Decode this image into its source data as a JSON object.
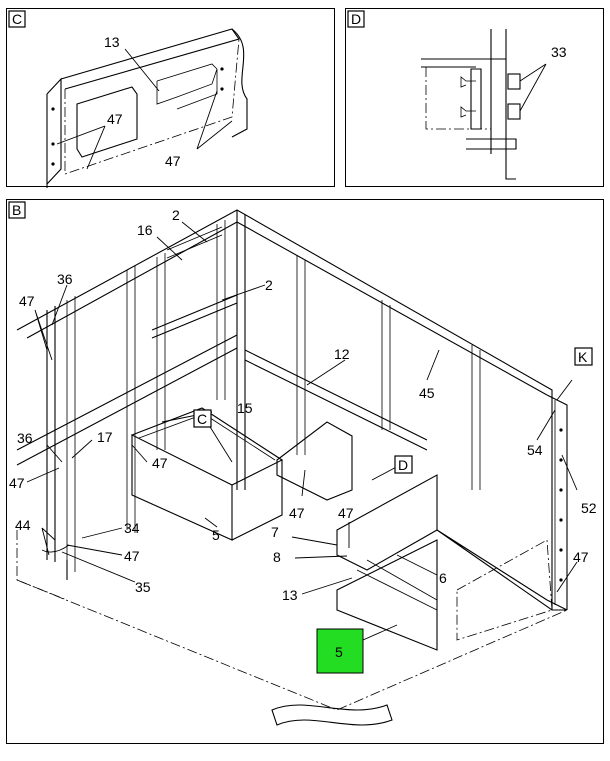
{
  "highlight_color": "#22dd22",
  "views": {
    "c": {
      "tag": "C",
      "callouts": [
        "13",
        "47",
        "47"
      ]
    },
    "d": {
      "tag": "D",
      "callouts": [
        "33"
      ]
    },
    "b": {
      "tag": "B",
      "callouts": {
        "c2a": "2",
        "c16": "16",
        "c2b": "2",
        "c36a": "36",
        "c47a": "47",
        "c12": "12",
        "c45": "45",
        "cK": "K",
        "c15": "15",
        "cC": "C",
        "c36b": "36",
        "c17": "17",
        "c47b": "47",
        "c47c": "47",
        "c54": "54",
        "c52": "52",
        "cD": "D",
        "c47d": "47",
        "c5a": "5",
        "c7": "7",
        "c47e": "47",
        "c8": "8",
        "c6": "6",
        "c44": "44",
        "c34": "34",
        "c47f": "47",
        "c35": "35",
        "c13": "13",
        "c47g": "47",
        "c5b": "5"
      }
    }
  }
}
